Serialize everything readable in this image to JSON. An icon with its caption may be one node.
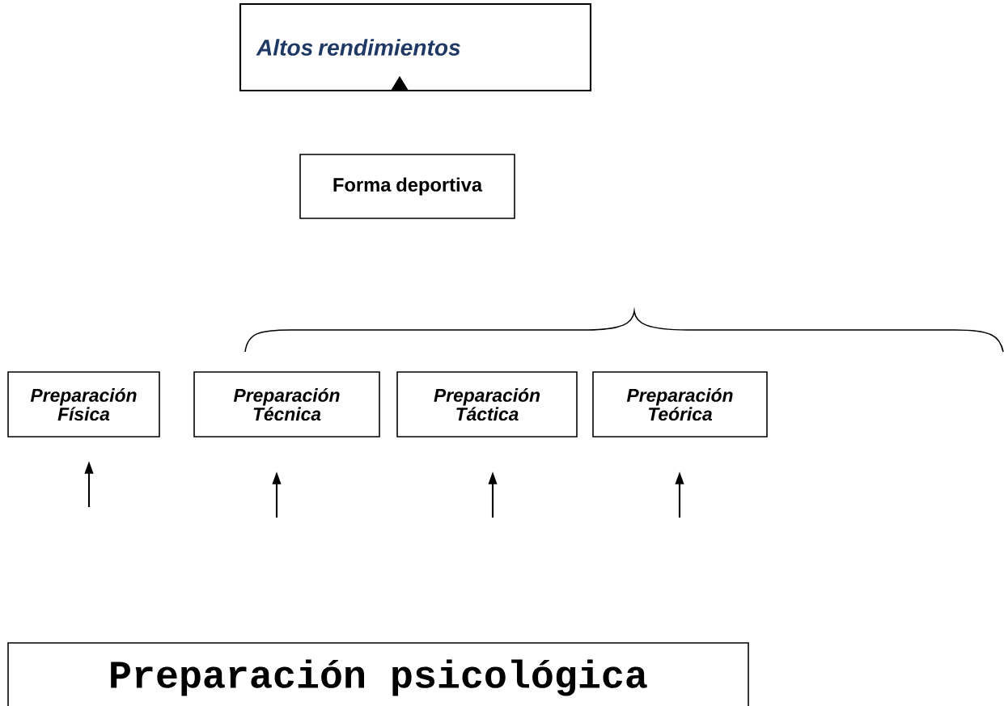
{
  "diagram": {
    "nodes": [
      {
        "text": [
          "Altos rendimientos"
        ]
      },
      {
        "text": [
          "Forma deportiva"
        ]
      },
      {
        "text": [
          "Preparación Física"
        ]
      },
      {
        "text": [
          "Preparación Técnica"
        ]
      },
      {
        "text": [
          "Preparación Táctica"
        ]
      },
      {
        "text": [
          "Preparación Teórica"
        ]
      },
      {
        "text": [
          "Preparación psicológica"
        ]
      }
    ]
  }
}
